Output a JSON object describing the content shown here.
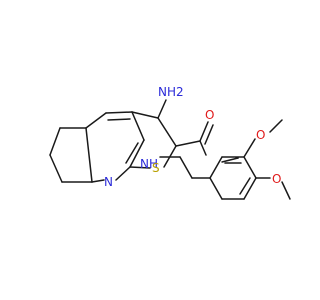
{
  "molecule": {
    "atoms": {
      "amino": "NH2",
      "amide_o": "O",
      "amide_nh": "NH",
      "pyridine_n": "N",
      "thiophene_s": "S",
      "methoxy_o1": "O",
      "methoxy_o2": "O"
    },
    "colors": {
      "bond": "#1a1a1a",
      "nitrogen": "#2b2bd9",
      "oxygen": "#e01b1b",
      "sulfur": "#b8a000"
    }
  }
}
